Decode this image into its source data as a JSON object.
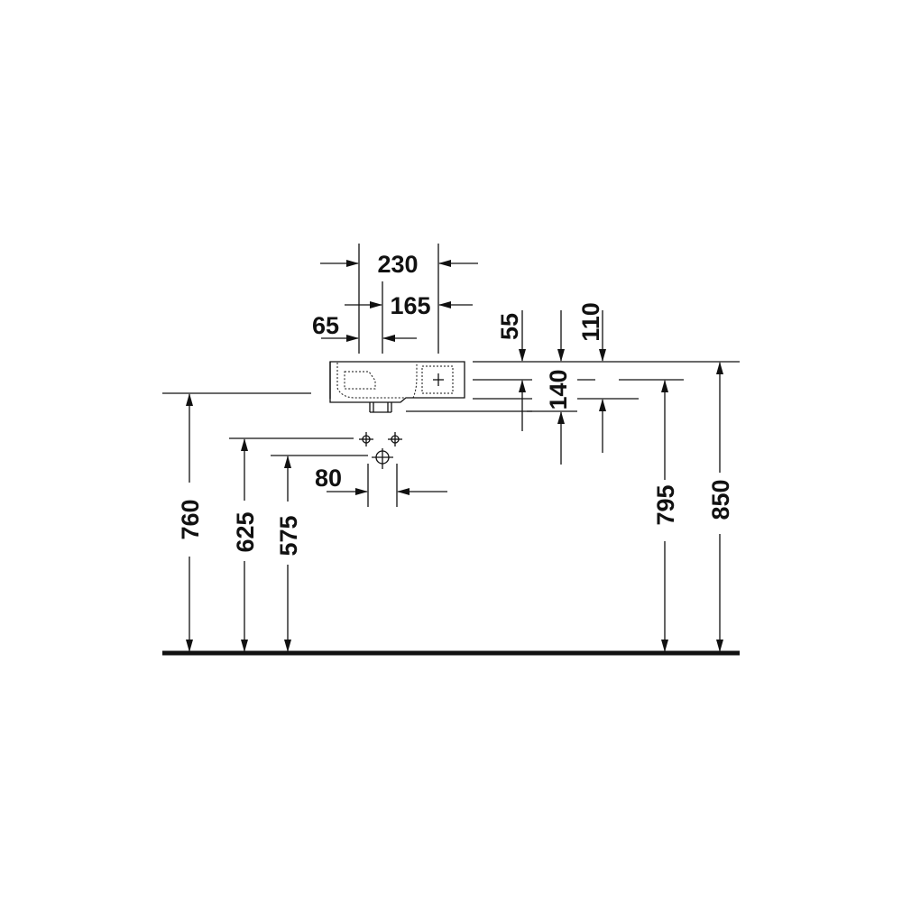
{
  "dimensions": {
    "width_total": "230",
    "width_inner": "165",
    "offset_left": "65",
    "top_55": "55",
    "top_110": "110",
    "depth_140": "140",
    "hole_spacing": "80",
    "height_760": "760",
    "height_625": "625",
    "height_575": "575",
    "height_795": "795",
    "height_850": "850"
  },
  "colors": {
    "line": "#111111",
    "background": "#ffffff"
  }
}
